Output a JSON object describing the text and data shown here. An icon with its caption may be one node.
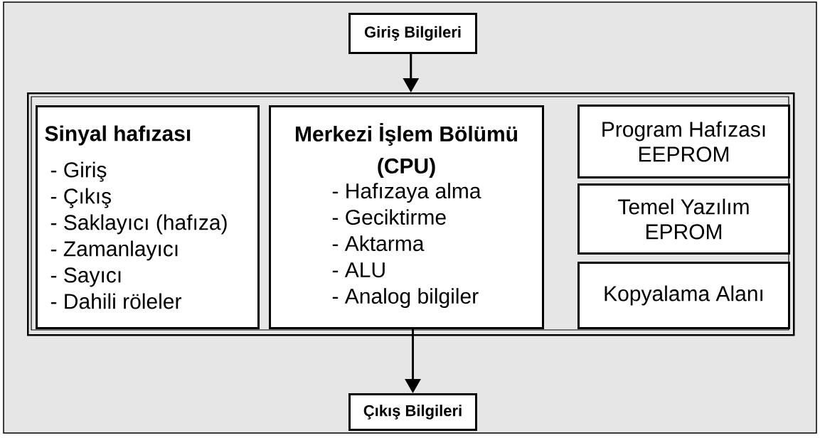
{
  "diagram": {
    "nodes": [
      {
        "text": [
          "Giriş Bilgileri"
        ]
      },
      {
        "text": [],
        "shape": "box"
      },
      {
        "text": [
          "Sinyal hafızası",
          "- Giriş",
          "- Çıkış",
          "- Saklayıcı (hafıza)",
          "- Zamanlayıcı",
          "- Sayıcı",
          "- Dahili röleler"
        ],
        "in": 1
      },
      {
        "text": [
          "Merkezi İşlem Bölümü (CPU)",
          "- Hafızaya alma",
          "- Geciktirme",
          "- Aktarma",
          "- ALU",
          "- Analog bilgiler"
        ],
        "in": 1
      },
      {
        "text": [
          "Program Hafızası EEPROM"
        ],
        "in": 1
      },
      {
        "text": [
          "Temel Yazılım EPROM"
        ],
        "in": 1
      },
      {
        "text": [
          "Kopyalama Alanı"
        ],
        "in": 1
      },
      {
        "text": [
          "Çıkış Bilgileri"
        ]
      }
    ],
    "edges": [
      {
        "from": 0,
        "to": 1,
        "arrow": "to"
      },
      {
        "from": 3,
        "to": 7,
        "arrow": "to"
      }
    ]
  }
}
